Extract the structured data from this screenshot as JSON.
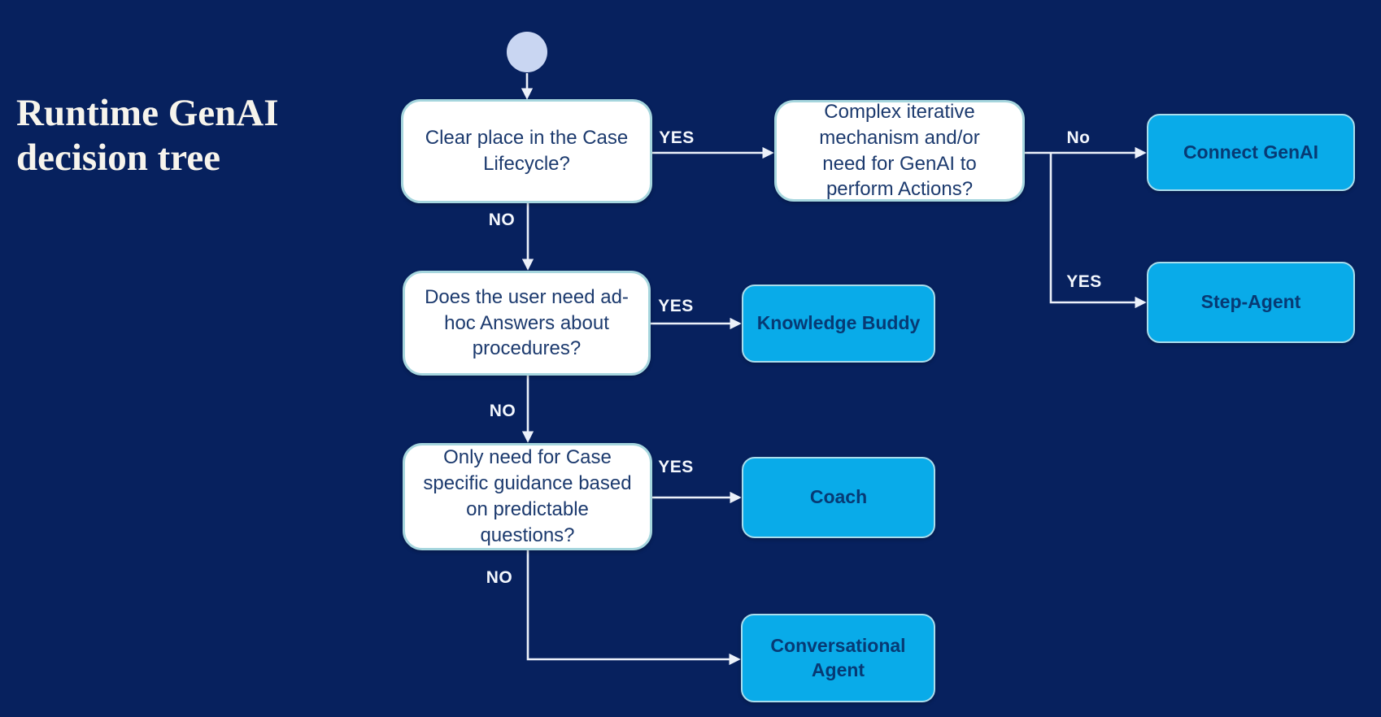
{
  "title": "Runtime GenAI\ndecision tree",
  "colors": {
    "background": "#07215e",
    "decision_fill": "#ffffff",
    "decision_border": "#a6d6de",
    "decision_text": "#1c3a6e",
    "outcome_fill": "#09abe9",
    "outcome_text": "#073a74",
    "connector": "#ecf1fa",
    "start_circle": "#c9d6f2",
    "edge_label_text": "#f3f7fd"
  },
  "diagram": {
    "start": {
      "name": "start"
    },
    "decisions": [
      {
        "id": "d1",
        "label": "Clear place in the Case\nLifecycle?"
      },
      {
        "id": "d2",
        "label": "Does the user need ad-\nhoc Answers about\nprocedures?"
      },
      {
        "id": "d3",
        "label": "Only need for Case\nspecific guidance based\non predictable\nquestions?"
      },
      {
        "id": "d4",
        "label": "Complex iterative\nmechanism and/or\nneed for GenAI to\nperform Actions?"
      }
    ],
    "outcomes": [
      {
        "id": "connect-genai",
        "label": "Connect GenAI"
      },
      {
        "id": "step-agent",
        "label": "Step-Agent"
      },
      {
        "id": "knowledge-buddy",
        "label": "Knowledge Buddy"
      },
      {
        "id": "coach",
        "label": "Coach"
      },
      {
        "id": "conversational-agent",
        "label": "Conversational\nAgent"
      }
    ],
    "edges": [
      {
        "from": "start",
        "to": "d1",
        "label": ""
      },
      {
        "from": "d1",
        "to": "d4",
        "label": "YES"
      },
      {
        "from": "d1",
        "to": "d2",
        "label": "NO"
      },
      {
        "from": "d2",
        "to": "knowledge-buddy",
        "label": "YES"
      },
      {
        "from": "d2",
        "to": "d3",
        "label": "NO"
      },
      {
        "from": "d3",
        "to": "coach",
        "label": "YES"
      },
      {
        "from": "d3",
        "to": "conversational-agent",
        "label": "NO"
      },
      {
        "from": "d4",
        "to": "connect-genai",
        "label": "No"
      },
      {
        "from": "d4",
        "to": "step-agent",
        "label": "YES"
      }
    ]
  }
}
